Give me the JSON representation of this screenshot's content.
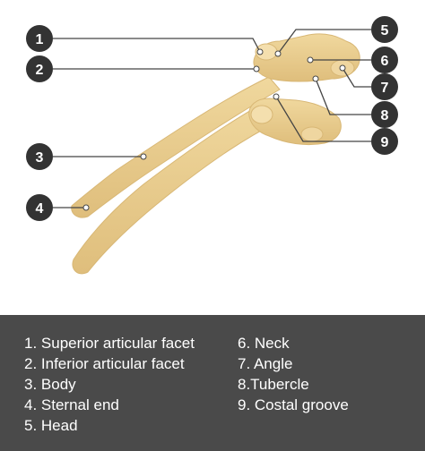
{
  "callouts": [
    {
      "num": "1",
      "label": "Superior articular facet"
    },
    {
      "num": "2",
      "label": "Inferior articular facet"
    },
    {
      "num": "3",
      "label": "Body"
    },
    {
      "num": "4",
      "label": "Sternal end"
    },
    {
      "num": "5",
      "label": "Head"
    },
    {
      "num": "6",
      "label": "Neck"
    },
    {
      "num": "7",
      "label": "Angle"
    },
    {
      "num": "8",
      "label": "Tubercle"
    },
    {
      "num": "9",
      "label": "Costal groove"
    }
  ],
  "legend": {
    "items": [
      "1. Superior articular facet",
      "2. Inferior articular facet",
      "3. Body",
      "4. Sternal end",
      "5. Head",
      "6. Neck",
      "7. Angle",
      "8.Tubercle",
      "9. Costal groove"
    ]
  },
  "colors": {
    "bone": "#e9cc8c",
    "bone_shade": "#d4b06c",
    "badge": "#333333",
    "leader": "#444444",
    "legend_bg": "#4a4a4a"
  }
}
